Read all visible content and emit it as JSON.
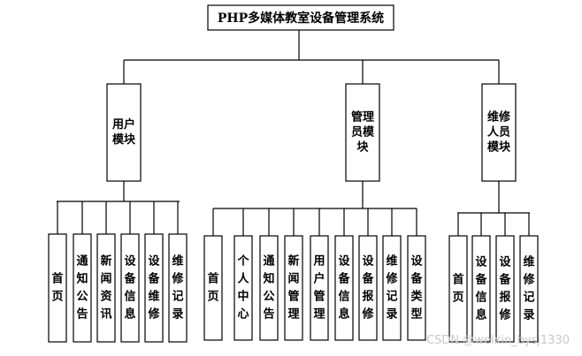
{
  "title": "PHP多媒体教室设备管理系统",
  "modules": [
    {
      "label": "用户模块",
      "lines": [
        "用户",
        "模块"
      ],
      "children": [
        "首页",
        "通知公告",
        "新闻资讯",
        "设备信息",
        "设备维修",
        "维修记录"
      ]
    },
    {
      "label": "管理员模块",
      "lines": [
        "管理",
        "员模",
        "块"
      ],
      "children": [
        "首页",
        "个人中心",
        "通知公告",
        "新闻管理",
        "用户管理",
        "设备信息",
        "设备报修",
        "维修记录",
        "设备类型"
      ]
    },
    {
      "label": "维修人员模块",
      "lines": [
        "维修",
        "人员",
        "模块"
      ],
      "children": [
        "首页",
        "设备信息",
        "设备报修",
        "维修记录"
      ]
    }
  ],
  "watermark": "CSDN @weixin_bysj1330"
}
